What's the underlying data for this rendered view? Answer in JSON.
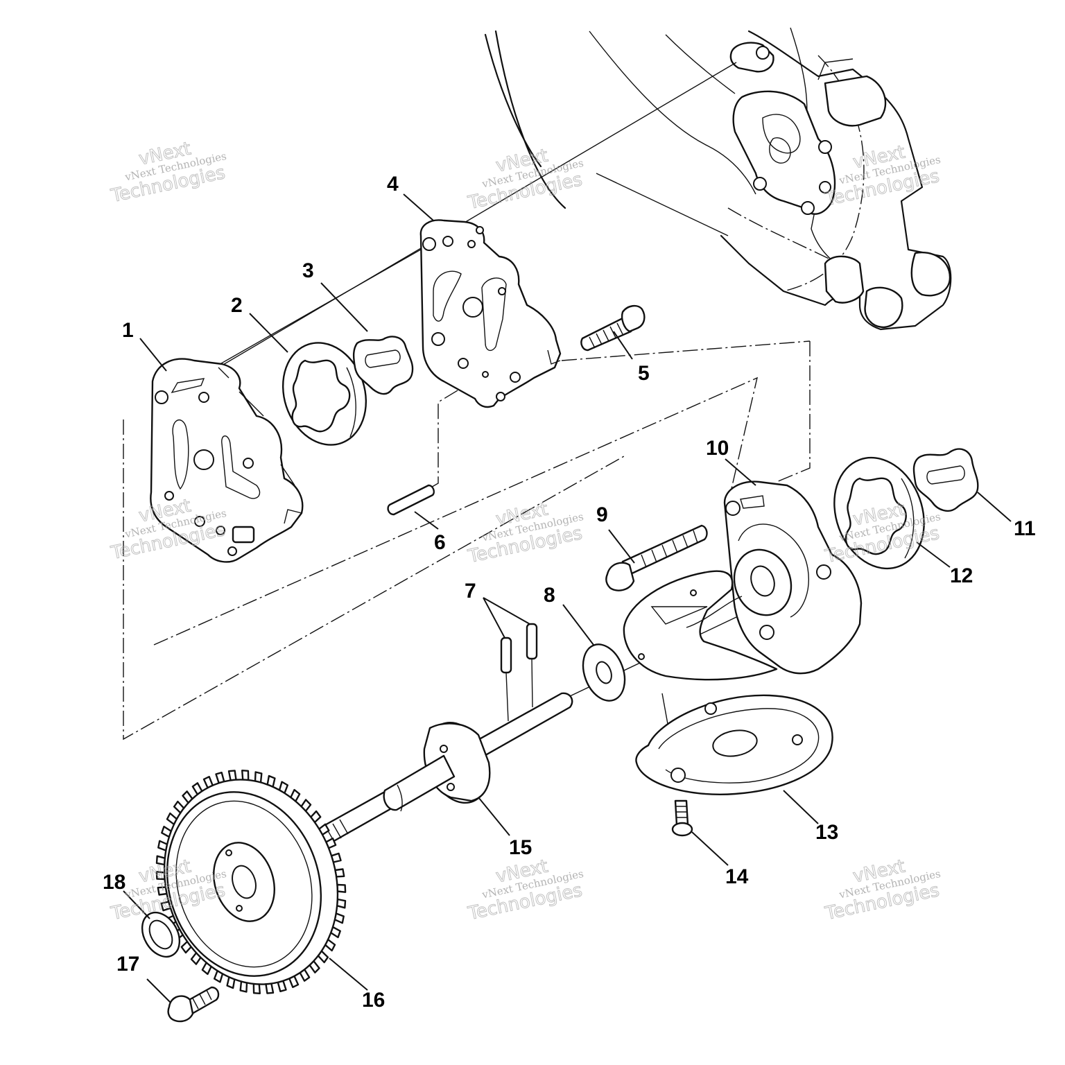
{
  "callouts": [
    {
      "id": "1",
      "label": "1"
    },
    {
      "id": "2",
      "label": "2"
    },
    {
      "id": "3",
      "label": "3"
    },
    {
      "id": "4",
      "label": "4"
    },
    {
      "id": "5",
      "label": "5"
    },
    {
      "id": "6",
      "label": "6"
    },
    {
      "id": "7",
      "label": "7"
    },
    {
      "id": "8",
      "label": "8"
    },
    {
      "id": "9",
      "label": "9"
    },
    {
      "id": "10",
      "label": "10"
    },
    {
      "id": "11",
      "label": "11"
    },
    {
      "id": "12",
      "label": "12"
    },
    {
      "id": "13",
      "label": "13"
    },
    {
      "id": "14",
      "label": "14"
    },
    {
      "id": "15",
      "label": "15"
    },
    {
      "id": "16",
      "label": "16"
    },
    {
      "id": "17",
      "label": "17"
    },
    {
      "id": "18",
      "label": "18"
    }
  ],
  "watermark": {
    "line_small": "vNext Technologies",
    "line_big_1": "vNext",
    "line_big_2": "Technologies"
  },
  "colors": {
    "line": "#111111",
    "watermark": "#9a9a9a",
    "background": "#ffffff"
  }
}
